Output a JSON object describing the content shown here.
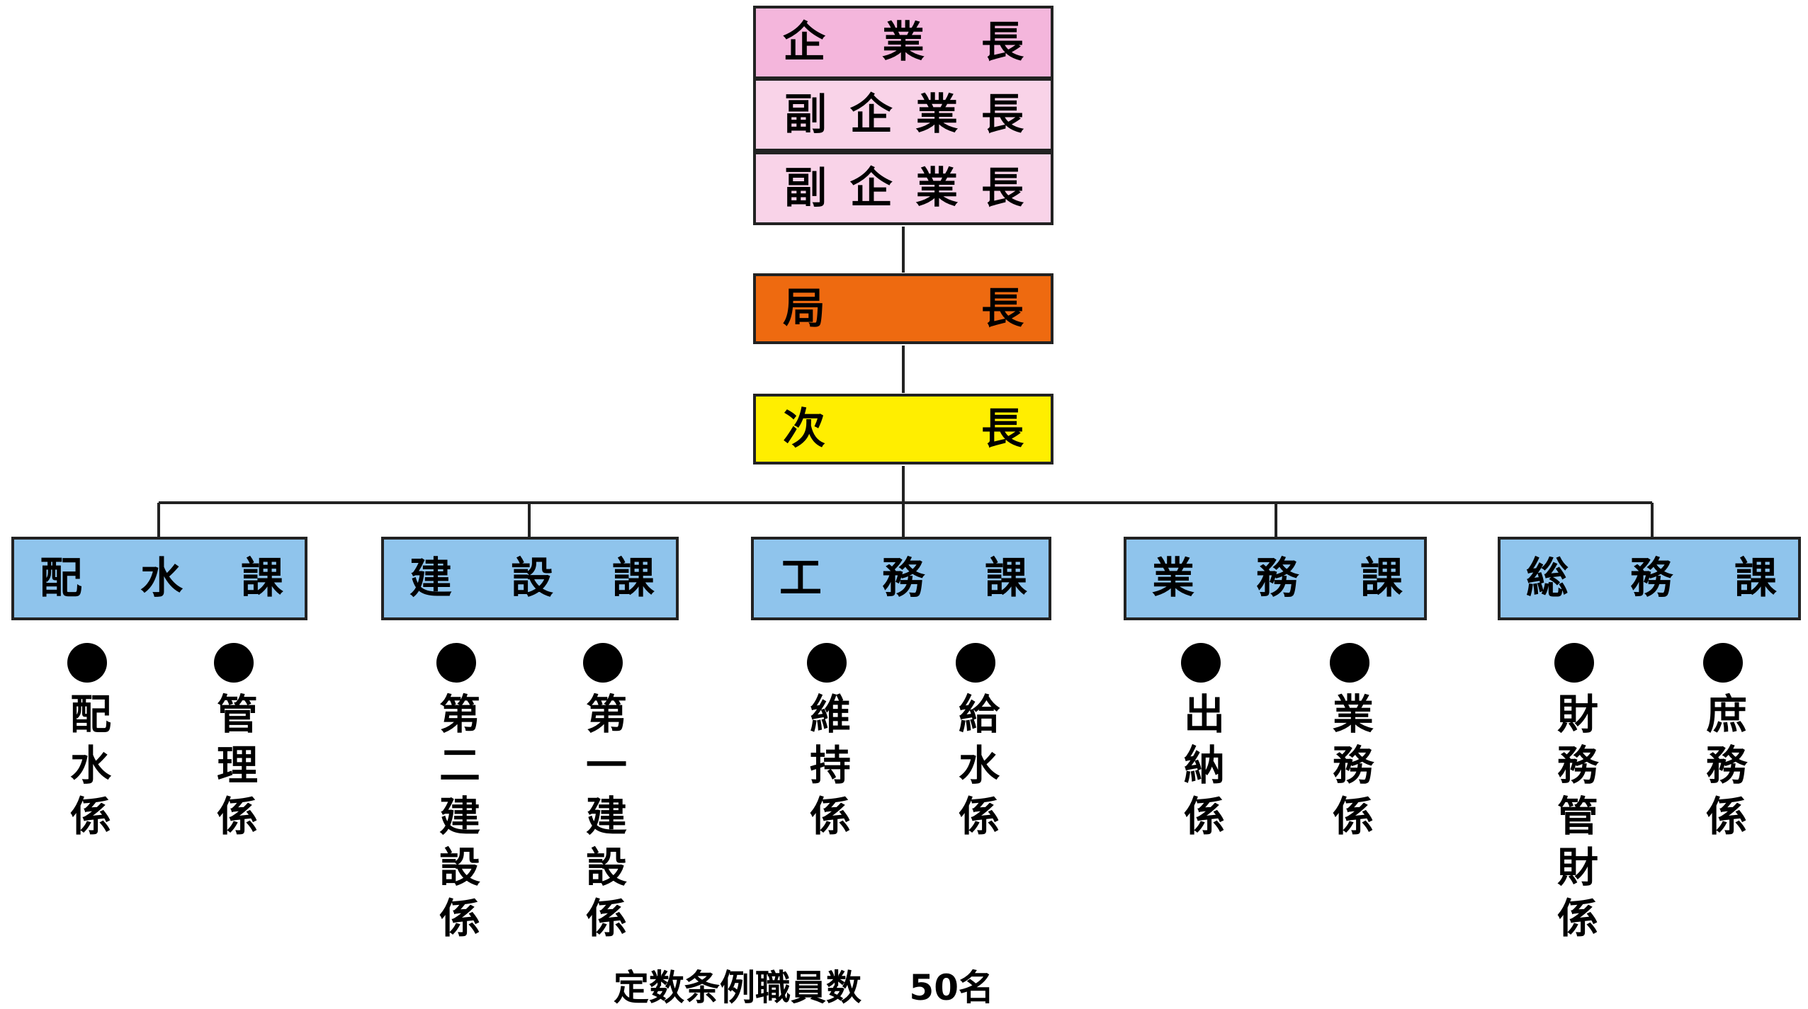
{
  "executives": [
    {
      "chars": [
        "企",
        "業",
        "長"
      ]
    },
    {
      "chars": [
        "副",
        "企",
        "業",
        "長"
      ]
    },
    {
      "chars": [
        "副",
        "企",
        "業",
        "長"
      ]
    }
  ],
  "director": {
    "chars": [
      "局",
      "長"
    ]
  },
  "deputy_director": {
    "chars": [
      "次",
      "長"
    ]
  },
  "departments": [
    {
      "chars": [
        "配",
        "水",
        "課"
      ],
      "sections": [
        "配水係",
        "管理係"
      ]
    },
    {
      "chars": [
        "建",
        "設",
        "課"
      ],
      "sections": [
        "第二建設係",
        "第一建設係"
      ]
    },
    {
      "chars": [
        "工",
        "務",
        "課"
      ],
      "sections": [
        "維持係",
        "給水係"
      ]
    },
    {
      "chars": [
        "業",
        "務",
        "課"
      ],
      "sections": [
        "出納係",
        "業務係"
      ]
    },
    {
      "chars": [
        "総",
        "務",
        "課"
      ],
      "sections": [
        "財務管財係",
        "庶務係"
      ]
    }
  ],
  "footer_note": "定数条例職員数　 50名",
  "colors": {
    "executive": "#f4b6dc",
    "vice_executive": "#f9d3e8",
    "director": "#ee6a10",
    "deputy_director": "#ffee00",
    "department": "#8fc4ec",
    "line": "#222222"
  }
}
